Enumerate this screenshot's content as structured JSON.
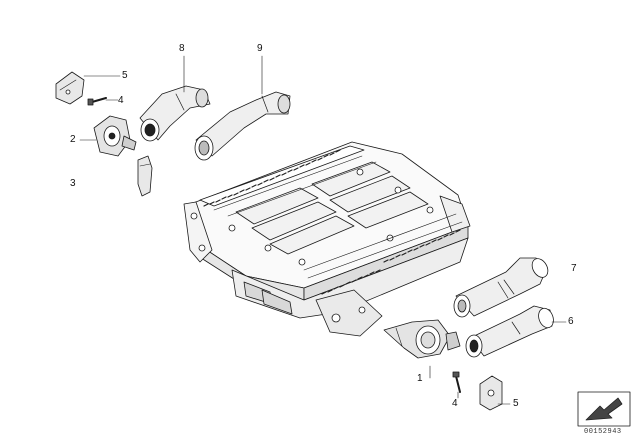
{
  "callouts": {
    "c1": "1",
    "c2": "2",
    "c3": "3",
    "c4a": "4",
    "c4b": "4",
    "c5a": "5",
    "c5b": "5",
    "c6": "6",
    "c7": "7",
    "c8": "8",
    "c9": "9"
  },
  "footer": {
    "diagram_code": "00152943"
  },
  "colors": {
    "line": "#1a1a1a",
    "shade": "#cccccc",
    "dark": "#777777",
    "paper": "#ffffff"
  }
}
